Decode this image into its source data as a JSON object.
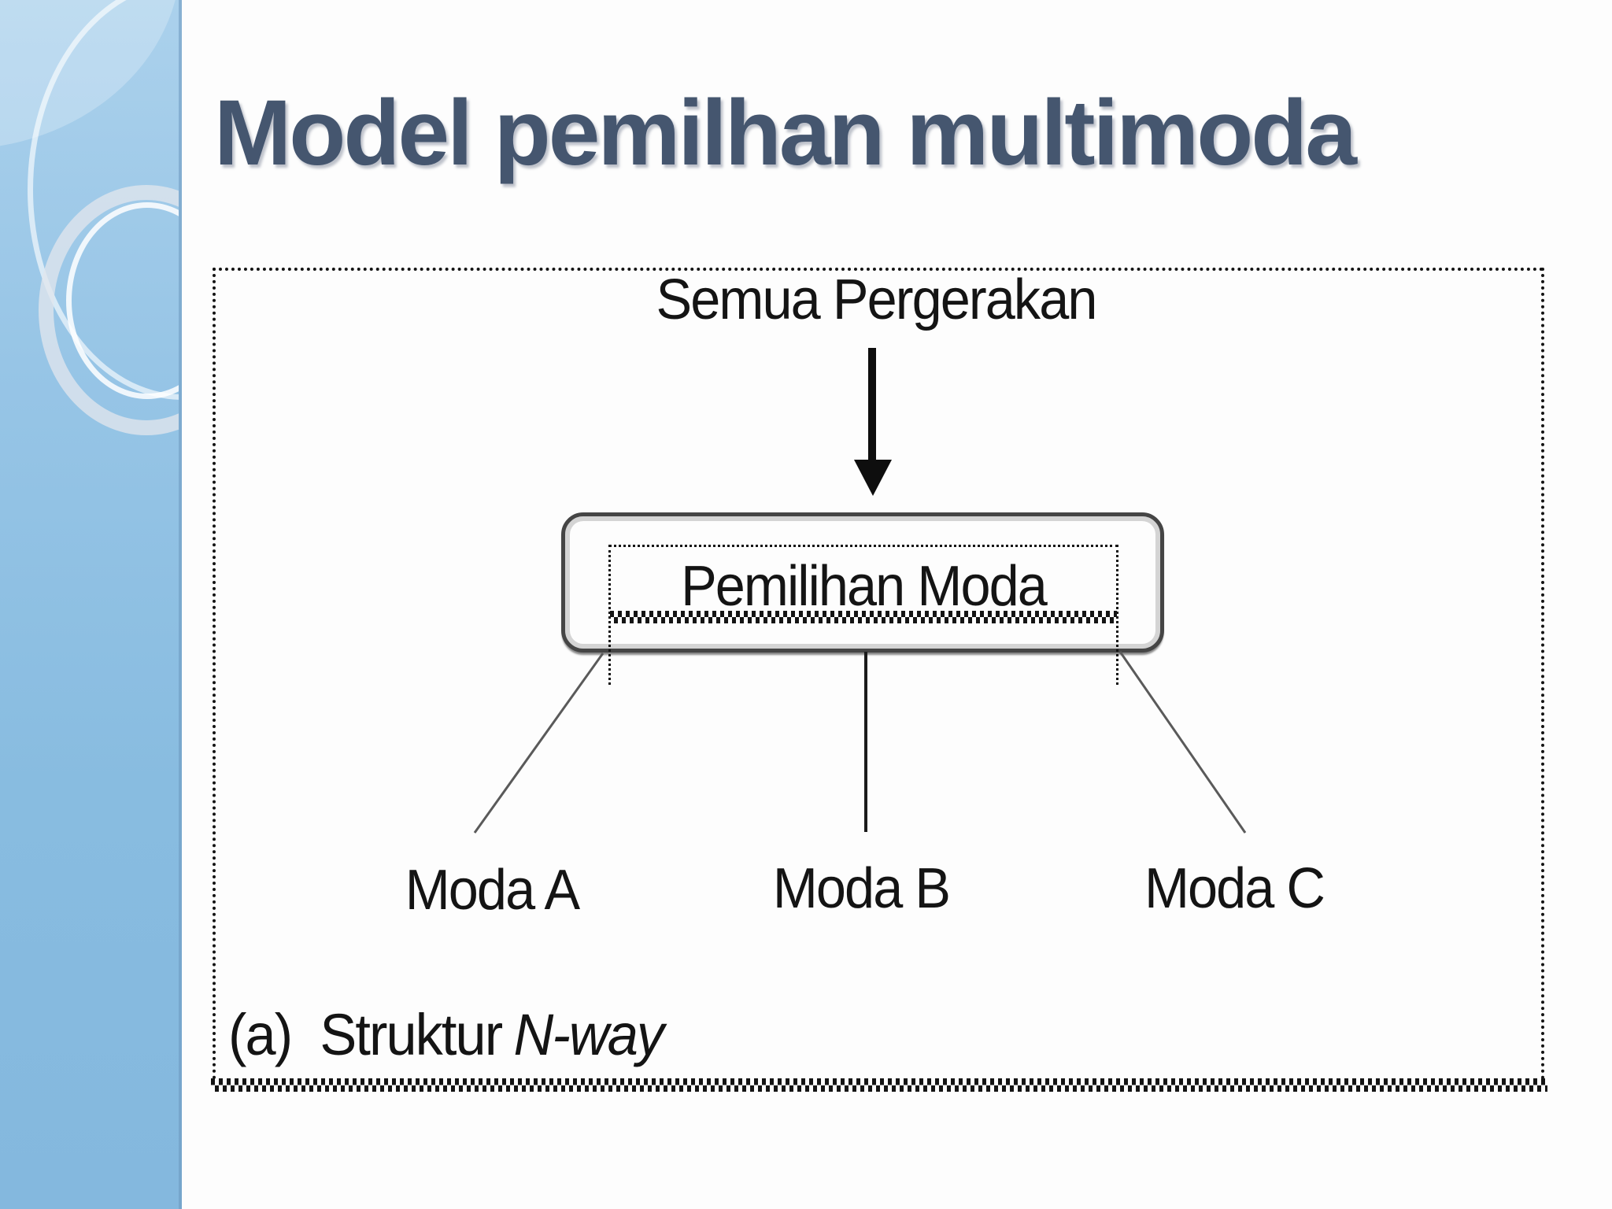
{
  "slide": {
    "title": "Model pemilhan multimoda"
  },
  "theme": {
    "title_color": "#45566F",
    "sidebar_top_color": "#ABD1EC",
    "sidebar_bottom_color": "#84B8DE",
    "slide_background": "#FDFDFD",
    "diagram_line_color": "#141414",
    "box_border_color": "#454545"
  },
  "diagram": {
    "root_label": "Semua Pergerakan",
    "box_label": "Pemilihan Moda",
    "children": [
      {
        "label": "Moda A"
      },
      {
        "label": "Moda B"
      },
      {
        "label": "Moda C"
      }
    ],
    "caption": {
      "prefix": "(a)",
      "text": "Struktur",
      "italic": "N-way"
    }
  }
}
